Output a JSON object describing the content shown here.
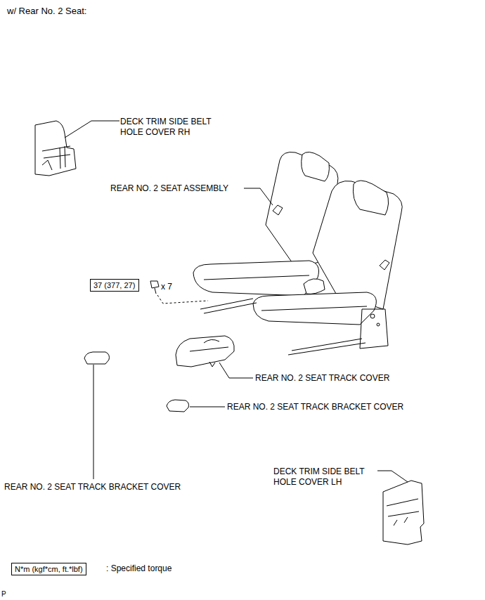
{
  "diagram": {
    "nodes": [
      {
        "text": [
          "37 (377, 27)"
        ]
      },
      {
        "text": [
          "N*m (kgf*cm, ft.*lbf)"
        ]
      }
    ],
    "labels": [
      "w/ Rear No. 2 Seat:",
      "DECK TRIM SIDE BELT HOLE COVER RH",
      "REAR NO. 2 SEAT ASSEMBLY",
      "x 7",
      "REAR NO. 2 SEAT TRACK COVER",
      "REAR NO. 2 SEAT TRACK BRACKET COVER",
      "REAR NO. 2 SEAT TRACK BRACKET COVER",
      "DECK TRIM SIDE BELT HOLE COVER LH",
      ": Specified torque",
      "P"
    ]
  }
}
